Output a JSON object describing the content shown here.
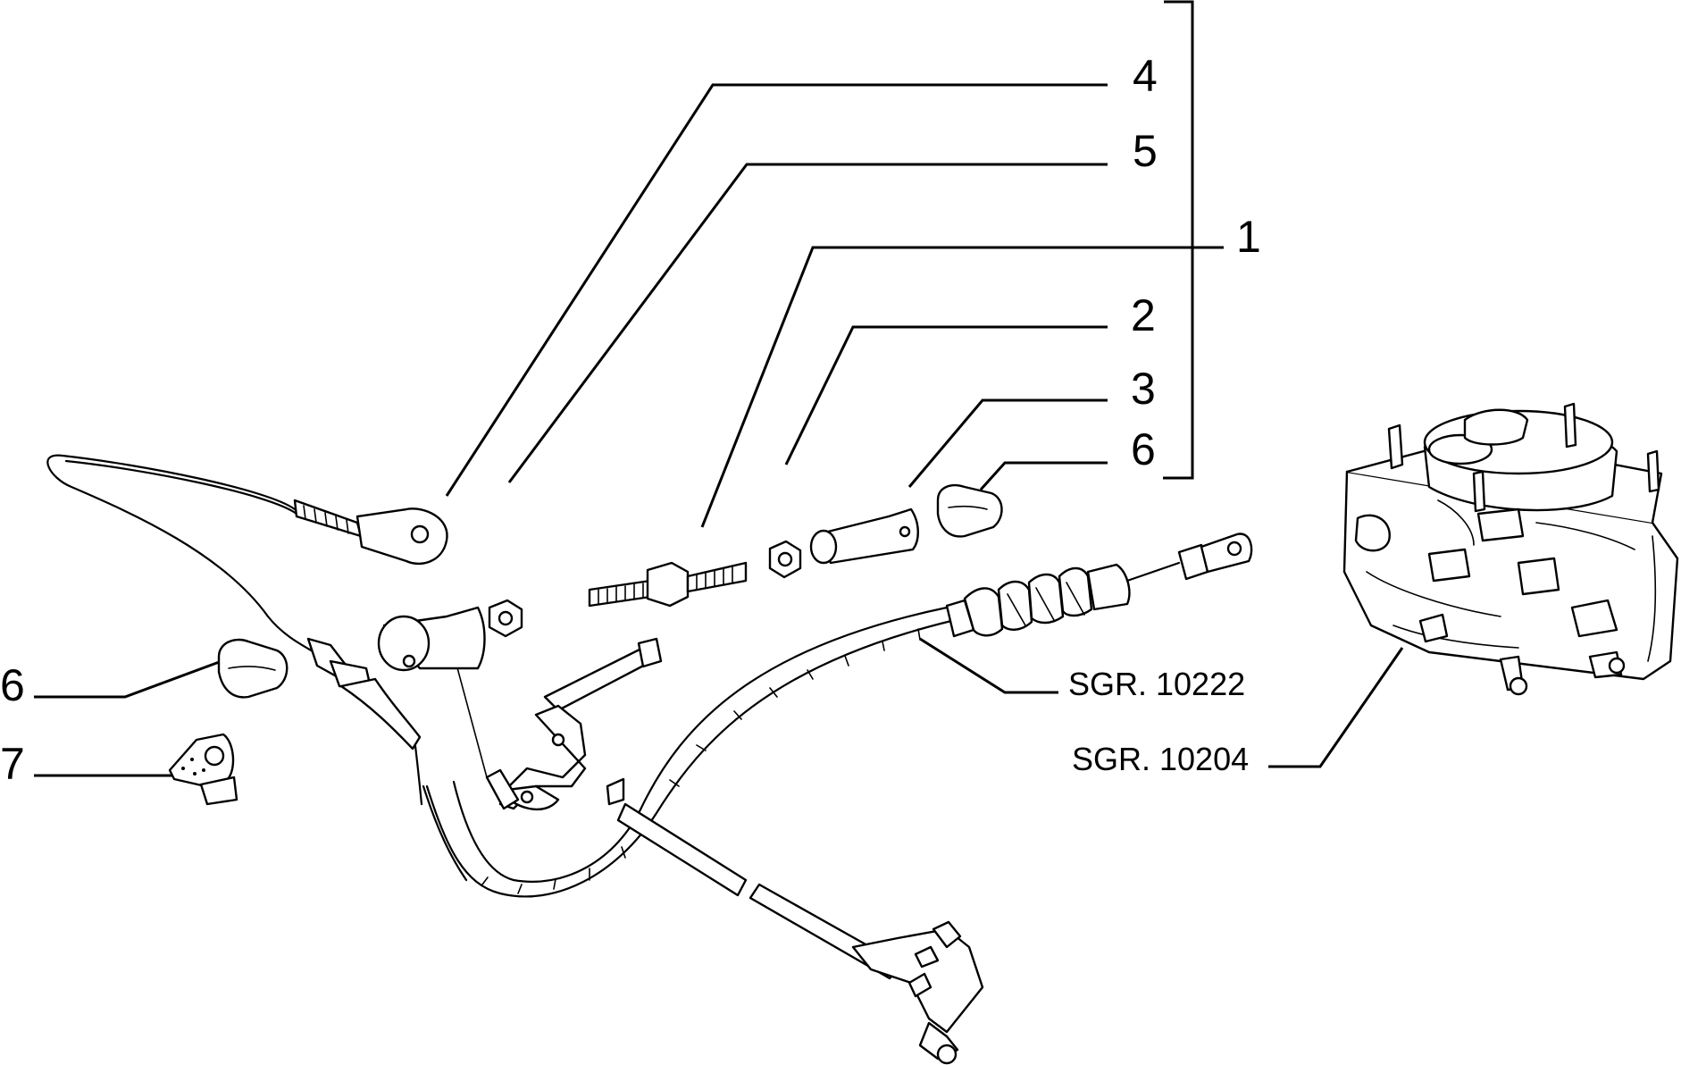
{
  "callouts": {
    "c4": "4",
    "c5": "5",
    "c1": "1",
    "c2": "2",
    "c3": "3",
    "c6_right": "6",
    "c6_left": "6",
    "c7": "7"
  },
  "references": {
    "cable_ref": "SGR. 10222",
    "carburetor_ref": "SGR. 10204"
  }
}
